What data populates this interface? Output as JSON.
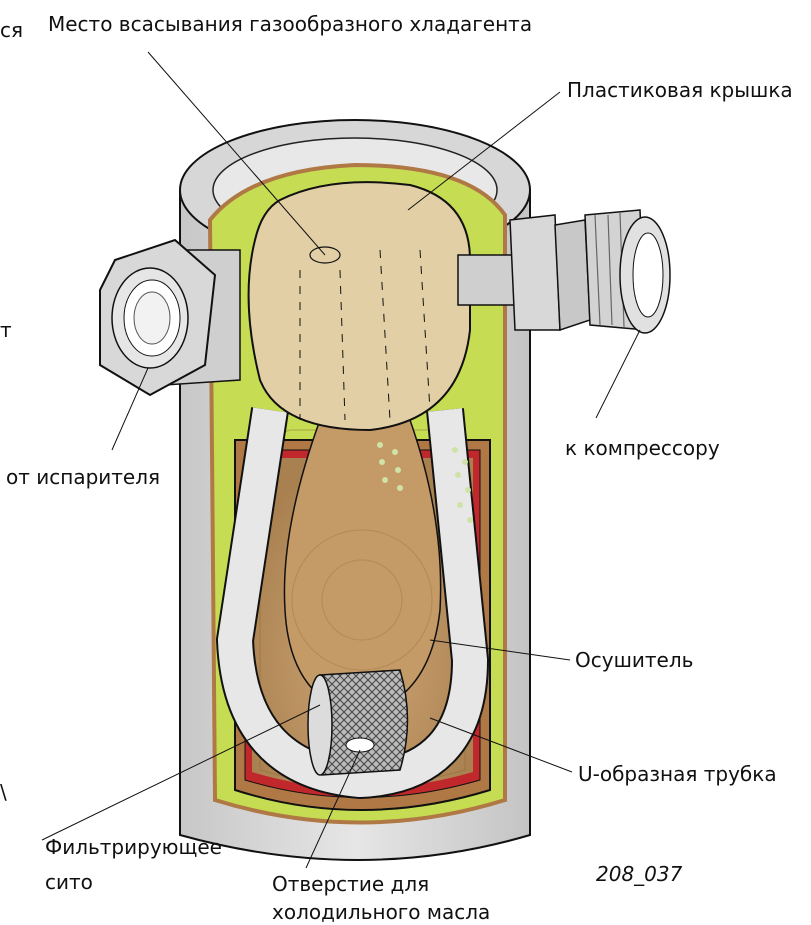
{
  "labels": {
    "suction_point": "Место всасывания газообразного хладагента",
    "plastic_cap": "Пластиковая крышка",
    "to_compressor": "к компрессору",
    "from_evaporator": "от испарителя",
    "desiccant": "Осушитель",
    "u_tube": "U-образная трубка",
    "filter_line1": "Фильтрирующее",
    "filter_line2": "сито",
    "oil_hole_line1": "Отверстие для",
    "oil_hole_line2": "холодильного масла",
    "figure_id": "208_037",
    "cropped_1": "ся",
    "cropped_2": "т",
    "cropped_3": "\\"
  },
  "colors": {
    "shell": "#d9d9d9",
    "shell_dark": "#9c9c9c",
    "lining_green": "#c6dc52",
    "lining_brown": "#b07845",
    "cap": "#e3cfa6",
    "desiccant": "#b98f5e",
    "red_band": "#c0282b",
    "tube": "#e7e7e7",
    "dots": "#cfe2a7"
  }
}
